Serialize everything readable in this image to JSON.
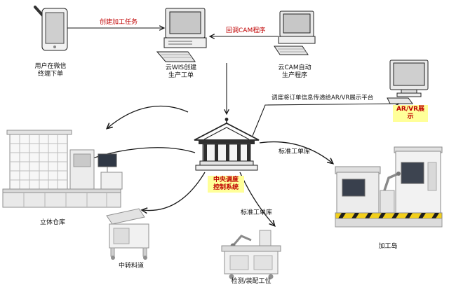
{
  "colors": {
    "label_red": "#c00000",
    "highlight_yellow": "#ffff99",
    "line_black": "#1a1a1a",
    "machine_gray": "#ededed",
    "hazard_yellow": "#f2cf1b",
    "screen_dark": "#39404d"
  },
  "nodes": {
    "user_terminal": {
      "label": "用户在微信\n终端下单"
    },
    "wis": {
      "label": "云WIS创建\n生产工单"
    },
    "cam": {
      "label": "云CAM自动\n生产程序"
    },
    "arvr": {
      "label": "AR/VR展\n示"
    },
    "dispatch": {
      "label": "中央调度\n控制系统"
    },
    "warehouse": {
      "label": "立体仓库"
    },
    "transfer": {
      "label": "中转料道"
    },
    "inspection": {
      "label": "检测/装配工位"
    },
    "island": {
      "label": "加工岛"
    }
  },
  "edges": {
    "create_task": {
      "label": "创建加工任务"
    },
    "callback_cam": {
      "label": "回调CAM程序"
    },
    "dispatch_to_arvr": {
      "label": "调度将订单信息传递给AR/VR展示平台"
    },
    "std_order_island": {
      "label": "标准工单库"
    },
    "std_order_inspection": {
      "label": "标准工单库"
    }
  }
}
